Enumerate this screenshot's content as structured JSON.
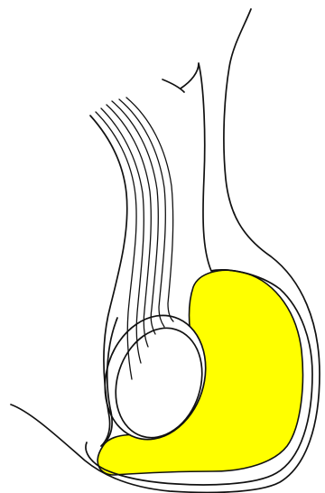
{
  "figure": {
    "structures": [
      {
        "name": "outer-sac",
        "shape": "scrotal-outline"
      },
      {
        "name": "spermatic-cord",
        "shape": "converging-strands"
      },
      {
        "name": "testis",
        "shape": "oval"
      },
      {
        "name": "hydrocele-fluid",
        "shape": "crescent"
      }
    ],
    "colors": {
      "background": "#ffffff",
      "ink": "#111111",
      "highlight": "#ffff00"
    }
  }
}
